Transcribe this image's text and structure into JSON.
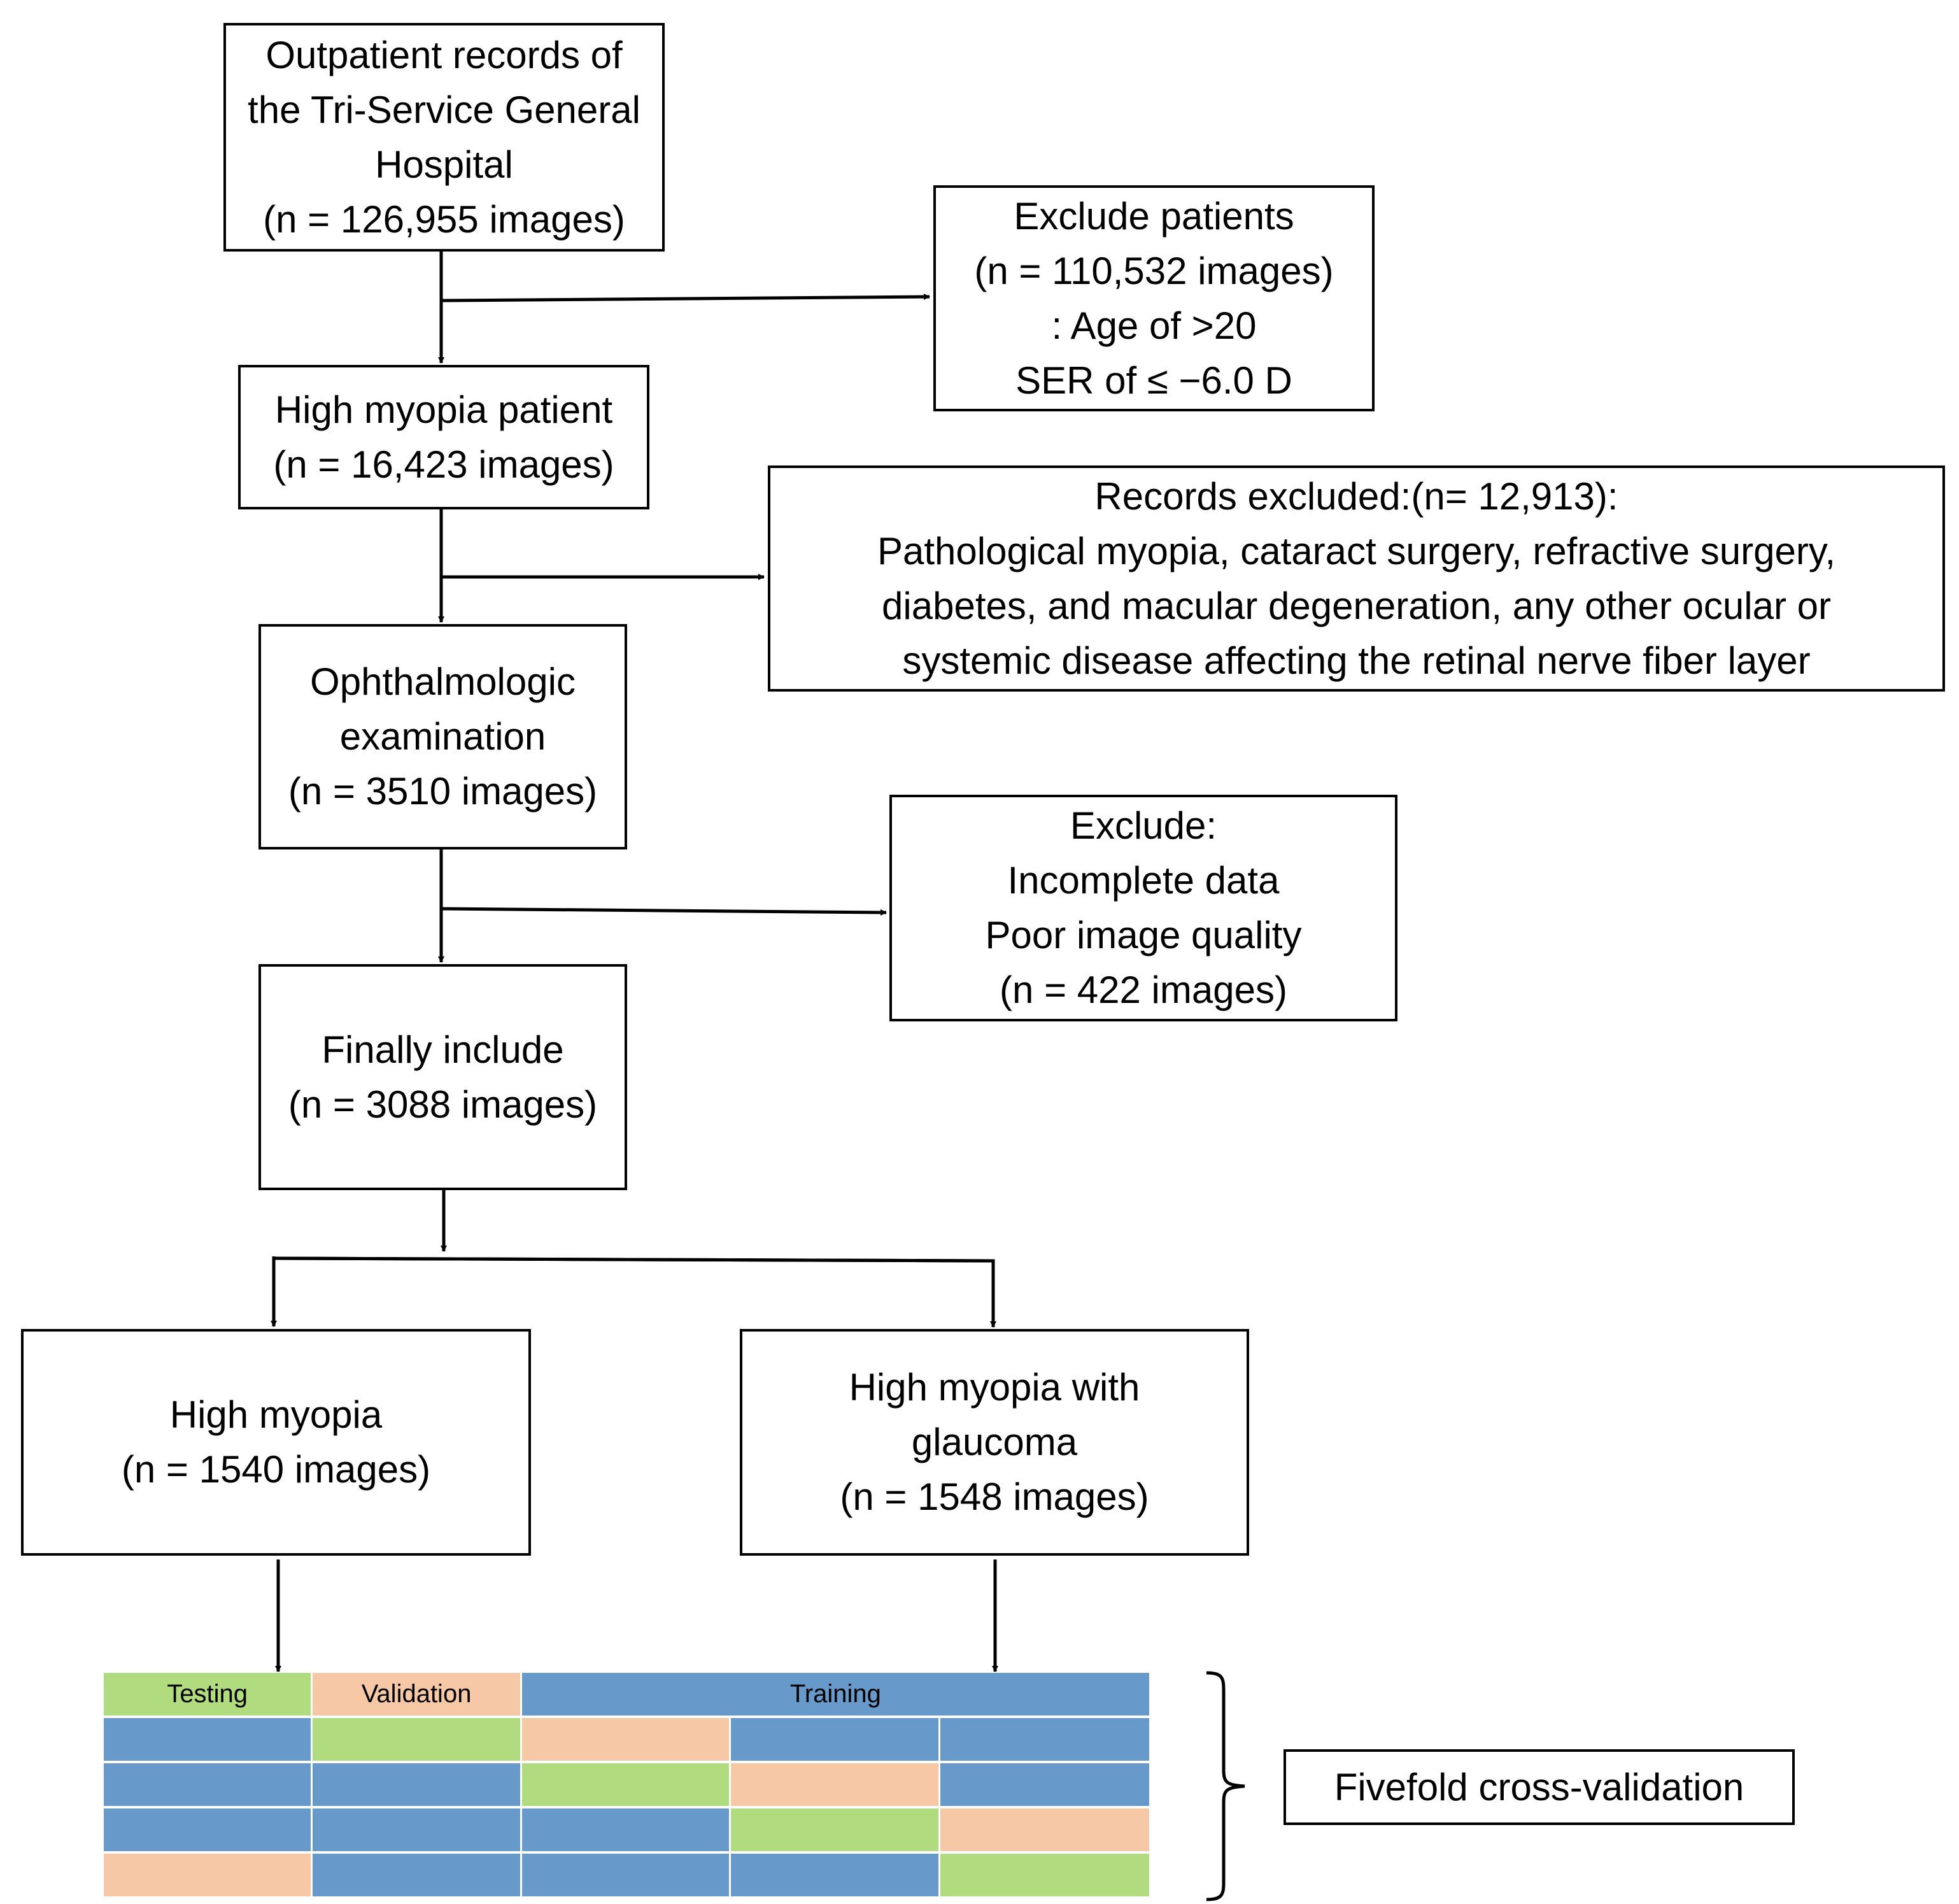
{
  "boxes": {
    "outpatient": [
      "Outpatient records of",
      "the Tri-Service General",
      "Hospital",
      "(n = 126,955 images)"
    ],
    "exclude_patients": [
      "Exclude patients",
      "(n = 110,532 images)",
      ": Age of >20",
      "SER of ≤ −6.0 D"
    ],
    "high_myopia_patient": [
      "High myopia patient",
      "(n = 16,423 images)"
    ],
    "records_excluded": [
      "Records excluded:(n= 12,913):",
      "Pathological myopia, cataract surgery, refractive surgery,",
      "diabetes, and macular degeneration, any other ocular or",
      "systemic disease affecting the retinal nerve fiber layer"
    ],
    "ophthalmologic": [
      "Ophthalmologic",
      "examination",
      "(n = 3510 images)"
    ],
    "exclude_incomplete": [
      "Exclude:",
      "Incomplete data",
      "Poor image quality",
      "(n = 422 images)"
    ],
    "finally_include": [
      "Finally include",
      "(n = 3088 images)"
    ],
    "high_myopia": [
      "High myopia",
      "(n = 1540 images)"
    ],
    "high_myopia_glaucoma": [
      "High myopia with",
      "glaucoma",
      "(n = 1548 images)"
    ],
    "fivefold": [
      "Fivefold cross-validation"
    ]
  },
  "legend": {
    "testing": "Testing",
    "validation": "Validation",
    "training": "Training"
  },
  "colors": {
    "testing": "#b0dc7f",
    "validation": "#f6c8a6",
    "training": "#6899cb",
    "line": "#000000"
  },
  "folds": [
    [
      "testing",
      "validation",
      "training",
      "training",
      "training"
    ],
    [
      "training",
      "testing",
      "validation",
      "training",
      "training"
    ],
    [
      "training",
      "training",
      "testing",
      "validation",
      "training"
    ],
    [
      "training",
      "training",
      "training",
      "testing",
      "validation"
    ],
    [
      "validation",
      "training",
      "training",
      "training",
      "testing"
    ]
  ]
}
